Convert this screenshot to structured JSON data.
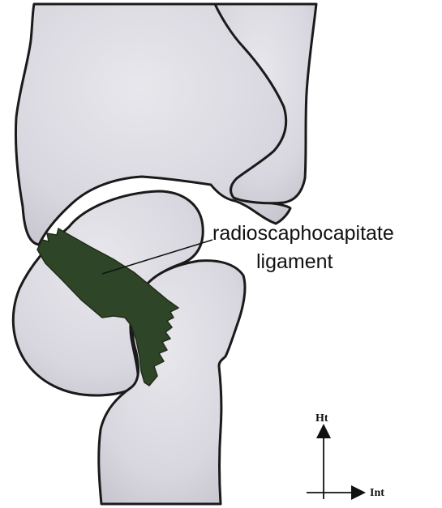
{
  "annotation": {
    "label_line1": "radioscaphocapitate",
    "label_line2": "ligament"
  },
  "orientation": {
    "vertical_label": "Ht",
    "horizontal_label": "Int"
  },
  "colors": {
    "bone_fill": "#dcdbe2",
    "bone_outline": "#1a1a1a",
    "ligament": "#2f4527"
  }
}
